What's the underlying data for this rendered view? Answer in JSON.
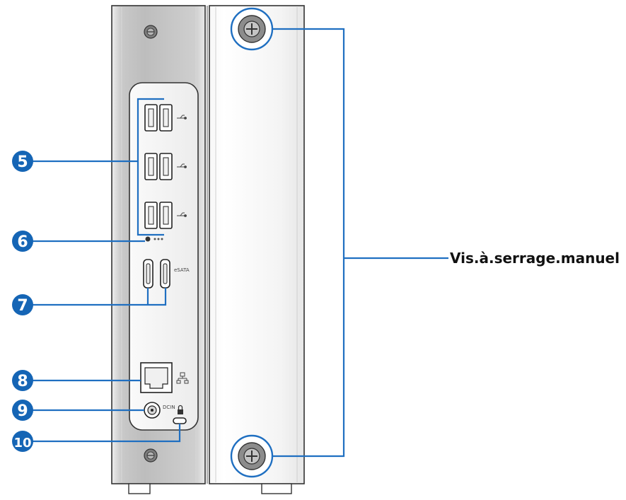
{
  "callouts": [
    "5",
    "6",
    "7",
    "8",
    "9",
    "10"
  ],
  "screw_caption": "Vis.à.serrage.manuel",
  "port_labels": {
    "esata": "eSATA",
    "dc": "DCIN"
  },
  "colors": {
    "callout": "#1565b5",
    "leader": "#1f6fc1",
    "chassis_outline": "#333333"
  }
}
